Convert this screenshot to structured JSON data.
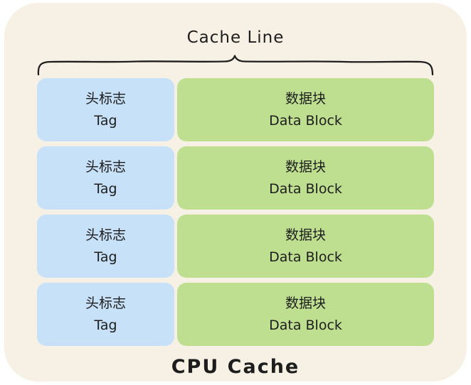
{
  "diagram": {
    "title": "Cache Line",
    "caption": "CPU Cache",
    "colors": {
      "page_bg": "#ffffff",
      "container_bg": "#f6f1e4",
      "tag_fill": "#c7e1f8",
      "data_fill": "#bedf90",
      "ink": "#1d1d1d"
    },
    "rows": [
      {
        "tag_zh": "头标志",
        "tag_en": "Tag",
        "data_zh": "数据块",
        "data_en": "Data Block"
      },
      {
        "tag_zh": "头标志",
        "tag_en": "Tag",
        "data_zh": "数据块",
        "data_en": "Data Block"
      },
      {
        "tag_zh": "头标志",
        "tag_en": "Tag",
        "data_zh": "数据块",
        "data_en": "Data Block"
      },
      {
        "tag_zh": "头标志",
        "tag_en": "Tag",
        "data_zh": "数据块",
        "data_en": "Data Block"
      }
    ]
  }
}
